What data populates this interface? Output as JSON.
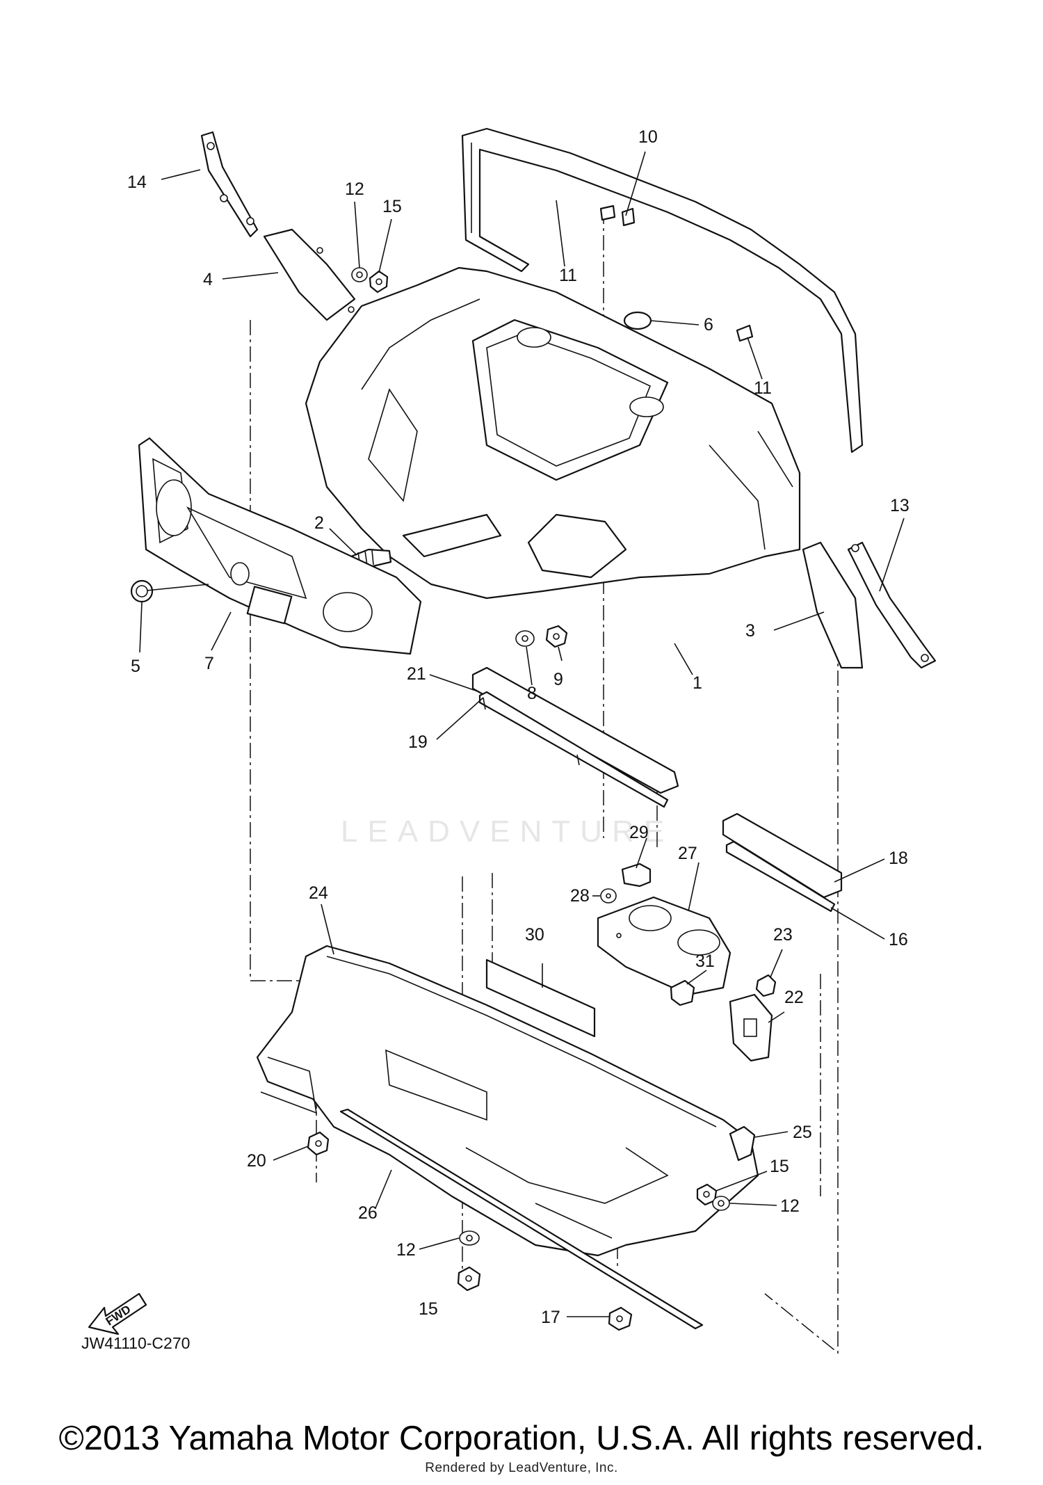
{
  "diagram": {
    "code": "JW41110-C270",
    "fwd_label": "FWD",
    "watermark": "LEADVENTURE",
    "callouts": [
      "1",
      "2",
      "3",
      "4",
      "5",
      "6",
      "7",
      "8",
      "9",
      "10",
      "11",
      "11",
      "12",
      "12",
      "12",
      "13",
      "14",
      "15",
      "15",
      "15",
      "16",
      "17",
      "18",
      "19",
      "20",
      "21",
      "22",
      "23",
      "24",
      "25",
      "26",
      "27",
      "28",
      "29",
      "30",
      "31"
    ]
  },
  "footer": {
    "copyright": "©2013 Yamaha Motor Corporation, U.S.A. All rights reserved.",
    "rendered_by": "Rendered by LeadVenture, Inc."
  }
}
